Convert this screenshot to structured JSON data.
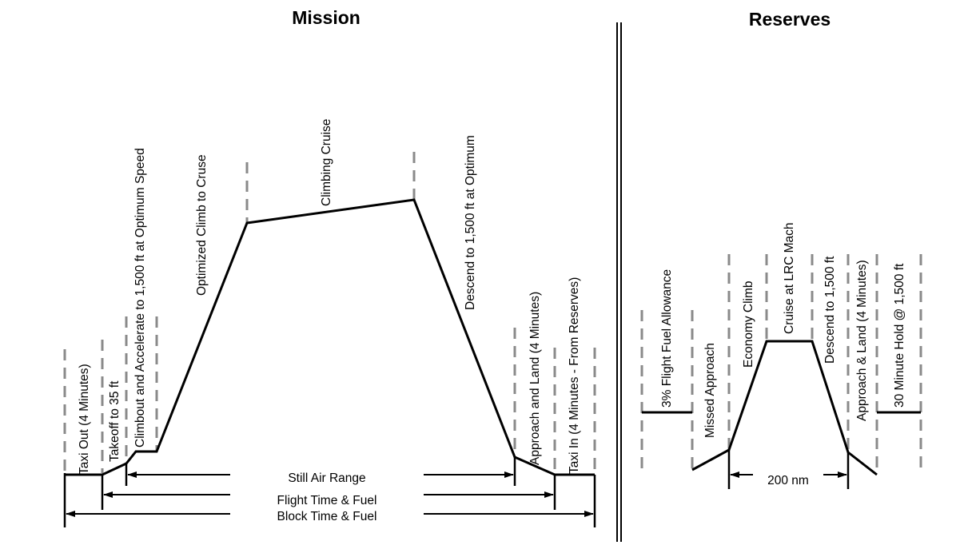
{
  "mission": {
    "title": "Mission",
    "phases": {
      "taxi_out": "Taxi Out (4 Minutes)",
      "takeoff": "Takeoff to 35 ft",
      "climbout": "Climbout and Accelerate to 1,500 ft at Optimum Speed",
      "climb": "Optimized Climb to Cruse",
      "cruise": "Climbing Cruise",
      "descend": "Descend to 1,500 ft at Optimum",
      "approach": "Approach and Land (4 Minutes)",
      "taxi_in": "Taxi In (4 Minutes - From Reserves)"
    },
    "spans": {
      "still_air_range": "Still Air Range",
      "flight_time_fuel": "Flight Time & Fuel",
      "block_time_fuel": "Block Time & Fuel"
    }
  },
  "reserves": {
    "title": "Reserves",
    "phases": {
      "allowance": "3% Flight Fuel Allowance",
      "missed_approach": "Missed Approach",
      "economy_climb": "Economy Climb",
      "cruise_lrc": "Cruise at LRC Mach",
      "descend": "Descend to 1,500 ft",
      "approach_land": "Approach & Land (4 Minutes)",
      "hold": "30 Minute Hold @ 1,500 ft"
    },
    "spans": {
      "distance": "200 nm"
    }
  },
  "colors": {
    "line": "#000000",
    "dashed_guide": "#8a8a8a"
  }
}
